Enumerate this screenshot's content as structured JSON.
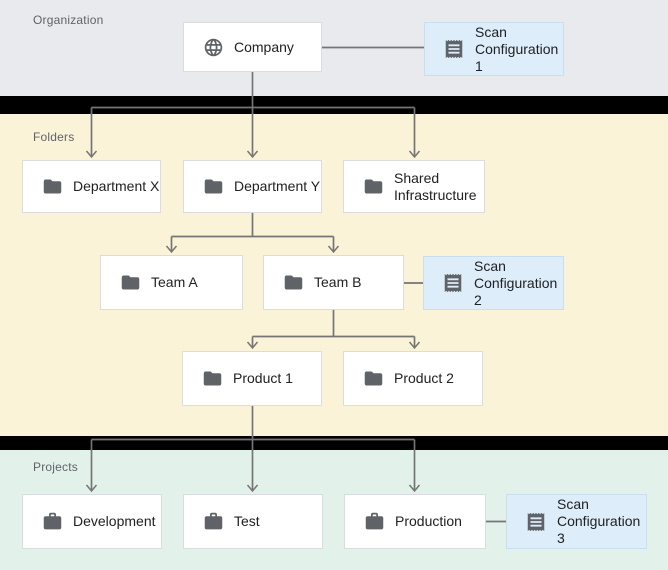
{
  "sections": {
    "organization": {
      "label": "Organization"
    },
    "folders": {
      "label": "Folders"
    },
    "projects": {
      "label": "Projects"
    }
  },
  "nodes": {
    "company": {
      "label": "Company",
      "icon": "globe-icon",
      "section": "Organization"
    },
    "scan1": {
      "label": "Scan\nConfiguration 1",
      "icon": "receipt-icon",
      "section": "Organization"
    },
    "department_x": {
      "label": "Department X",
      "icon": "folder-icon",
      "section": "Folders"
    },
    "department_y": {
      "label": "Department Y",
      "icon": "folder-icon",
      "section": "Folders"
    },
    "shared_infrastructure": {
      "label": "Shared\nInfrastructure",
      "icon": "folder-icon",
      "section": "Folders"
    },
    "team_a": {
      "label": "Team A",
      "icon": "folder-icon",
      "section": "Folders"
    },
    "team_b": {
      "label": "Team B",
      "icon": "folder-icon",
      "section": "Folders"
    },
    "scan2": {
      "label": "Scan\nConfiguration 2",
      "icon": "receipt-icon",
      "section": "Folders"
    },
    "product_1": {
      "label": "Product 1",
      "icon": "folder-icon",
      "section": "Folders"
    },
    "product_2": {
      "label": "Product 2",
      "icon": "folder-icon",
      "section": "Folders"
    },
    "development": {
      "label": "Development",
      "icon": "briefcase-icon",
      "section": "Projects"
    },
    "test": {
      "label": "Test",
      "icon": "briefcase-icon",
      "section": "Projects"
    },
    "production": {
      "label": "Production",
      "icon": "briefcase-icon",
      "section": "Projects"
    },
    "scan3": {
      "label": "Scan\nConfiguration 3",
      "icon": "receipt-icon",
      "section": "Projects"
    }
  },
  "edges": [
    {
      "from": "Company",
      "to": [
        "Department X",
        "Department Y",
        "Shared Infrastructure"
      ],
      "style": "arrow"
    },
    {
      "from": "Company",
      "to": [
        "Scan Configuration 1"
      ],
      "style": "plain-link"
    },
    {
      "from": "Department Y",
      "to": [
        "Team A",
        "Team B"
      ],
      "style": "arrow"
    },
    {
      "from": "Team B",
      "to": [
        "Scan Configuration 2"
      ],
      "style": "plain-link"
    },
    {
      "from": "Team B",
      "to": [
        "Product 1",
        "Product 2"
      ],
      "style": "arrow"
    },
    {
      "from": "Product 1",
      "to": [
        "Development",
        "Test",
        "Production"
      ],
      "style": "arrow"
    },
    {
      "from": "Production",
      "to": [
        "Scan Configuration 3"
      ],
      "style": "plain-link"
    }
  ],
  "colors": {
    "organization_bg": "#e8eaed",
    "folders_bg": "#fbf3d8",
    "projects_bg": "#e2f1e9",
    "scan_node_bg": "#ddeefa",
    "white_node_bg": "#ffffff",
    "node_border": "#dadce0",
    "scan_node_border": "#c9dfef",
    "divider_bar": "#000000",
    "connector_line": "#757575",
    "icon_color": "#5f6368",
    "node_label_text": "#202124",
    "section_label_text": "#5f6368"
  }
}
